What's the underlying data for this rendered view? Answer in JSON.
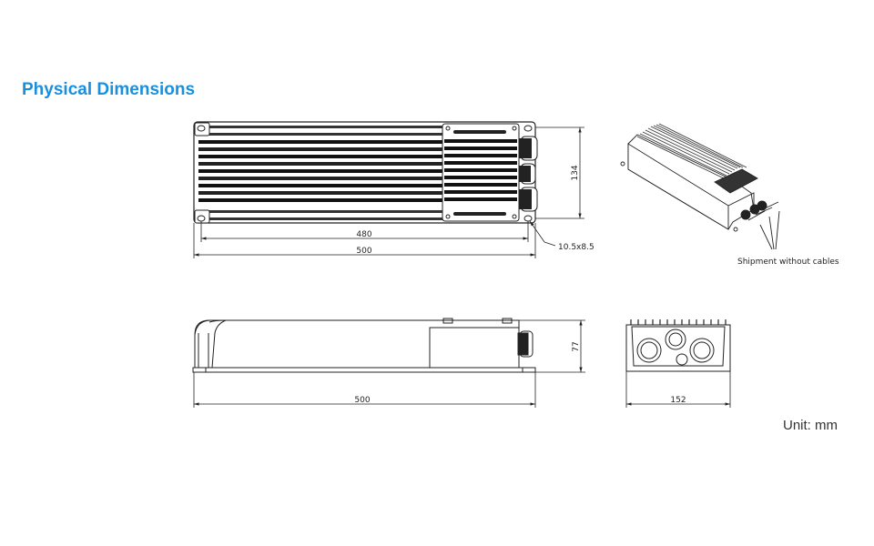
{
  "page": {
    "title": "Physical Dimensions",
    "unit_label": "Unit: mm"
  },
  "top_view": {
    "dim_length_inner": "480",
    "dim_length_total": "500",
    "dim_height": "134",
    "dim_hole": "10.5x8.5"
  },
  "iso_view": {
    "callout": "Shipment without cables"
  },
  "side_view": {
    "dim_length": "500",
    "dim_height": "77"
  },
  "end_view": {
    "dim_width": "152"
  },
  "colors": {
    "title": "#1a8fdc",
    "line": "#222222"
  }
}
